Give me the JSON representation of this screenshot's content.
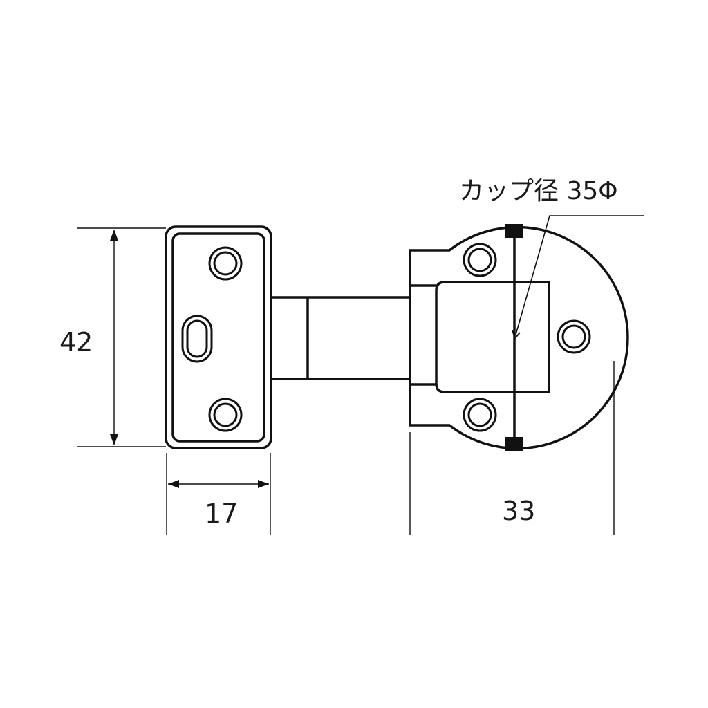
{
  "diagram": {
    "subject": "concealed cabinet hinge",
    "colors": {
      "line": "#111111",
      "background": "#ffffff"
    },
    "annotations": {
      "cup_diameter_label": "カップ径 35Φ"
    },
    "dimensions": {
      "plate_height": "42",
      "plate_width": "17",
      "cup_depth": "33"
    }
  }
}
